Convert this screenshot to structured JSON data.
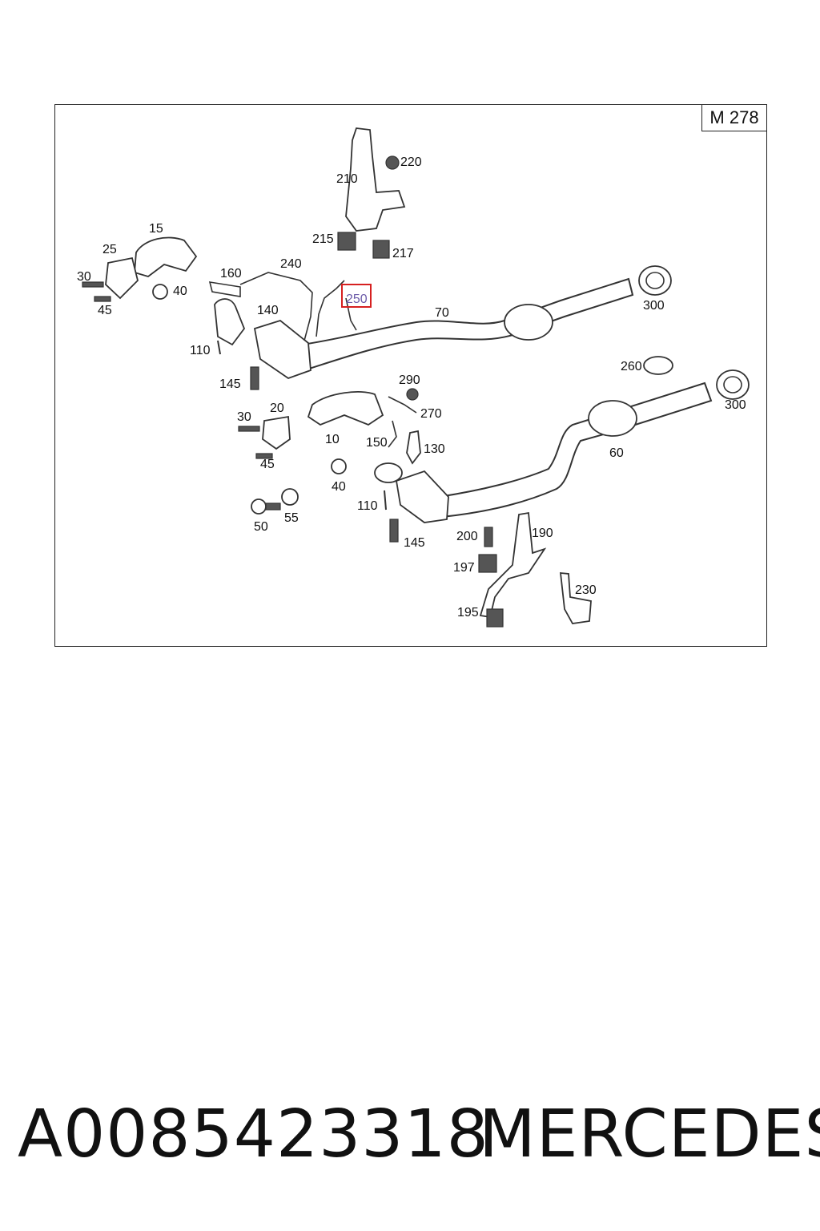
{
  "diagram": {
    "model_code": "M 278",
    "highlighted_label": "250",
    "highlight_color": "#d62020",
    "labels": {
      "l15": "15",
      "l25": "25",
      "l30a": "30",
      "l45a": "45",
      "l40a": "40",
      "l160": "160",
      "l240": "240",
      "l250": "250",
      "l140": "140",
      "l110a": "110",
      "l145a": "145",
      "l70": "70",
      "l300a": "300",
      "l210": "210",
      "l220": "220",
      "l215": "215",
      "l217": "217",
      "l260": "260",
      "l300b": "300",
      "l290": "290",
      "l270": "270",
      "l20": "20",
      "l30b": "30",
      "l10": "10",
      "l150": "150",
      "l130": "130",
      "l45b": "45",
      "l40b": "40",
      "l60": "60",
      "l110b": "110",
      "l50": "50",
      "l55": "55",
      "l145b": "145",
      "l200": "200",
      "l190": "190",
      "l197": "197",
      "l195": "195",
      "l230": "230"
    }
  },
  "footer": {
    "part_number": "A0085423318",
    "brand": "MERCEDES"
  }
}
